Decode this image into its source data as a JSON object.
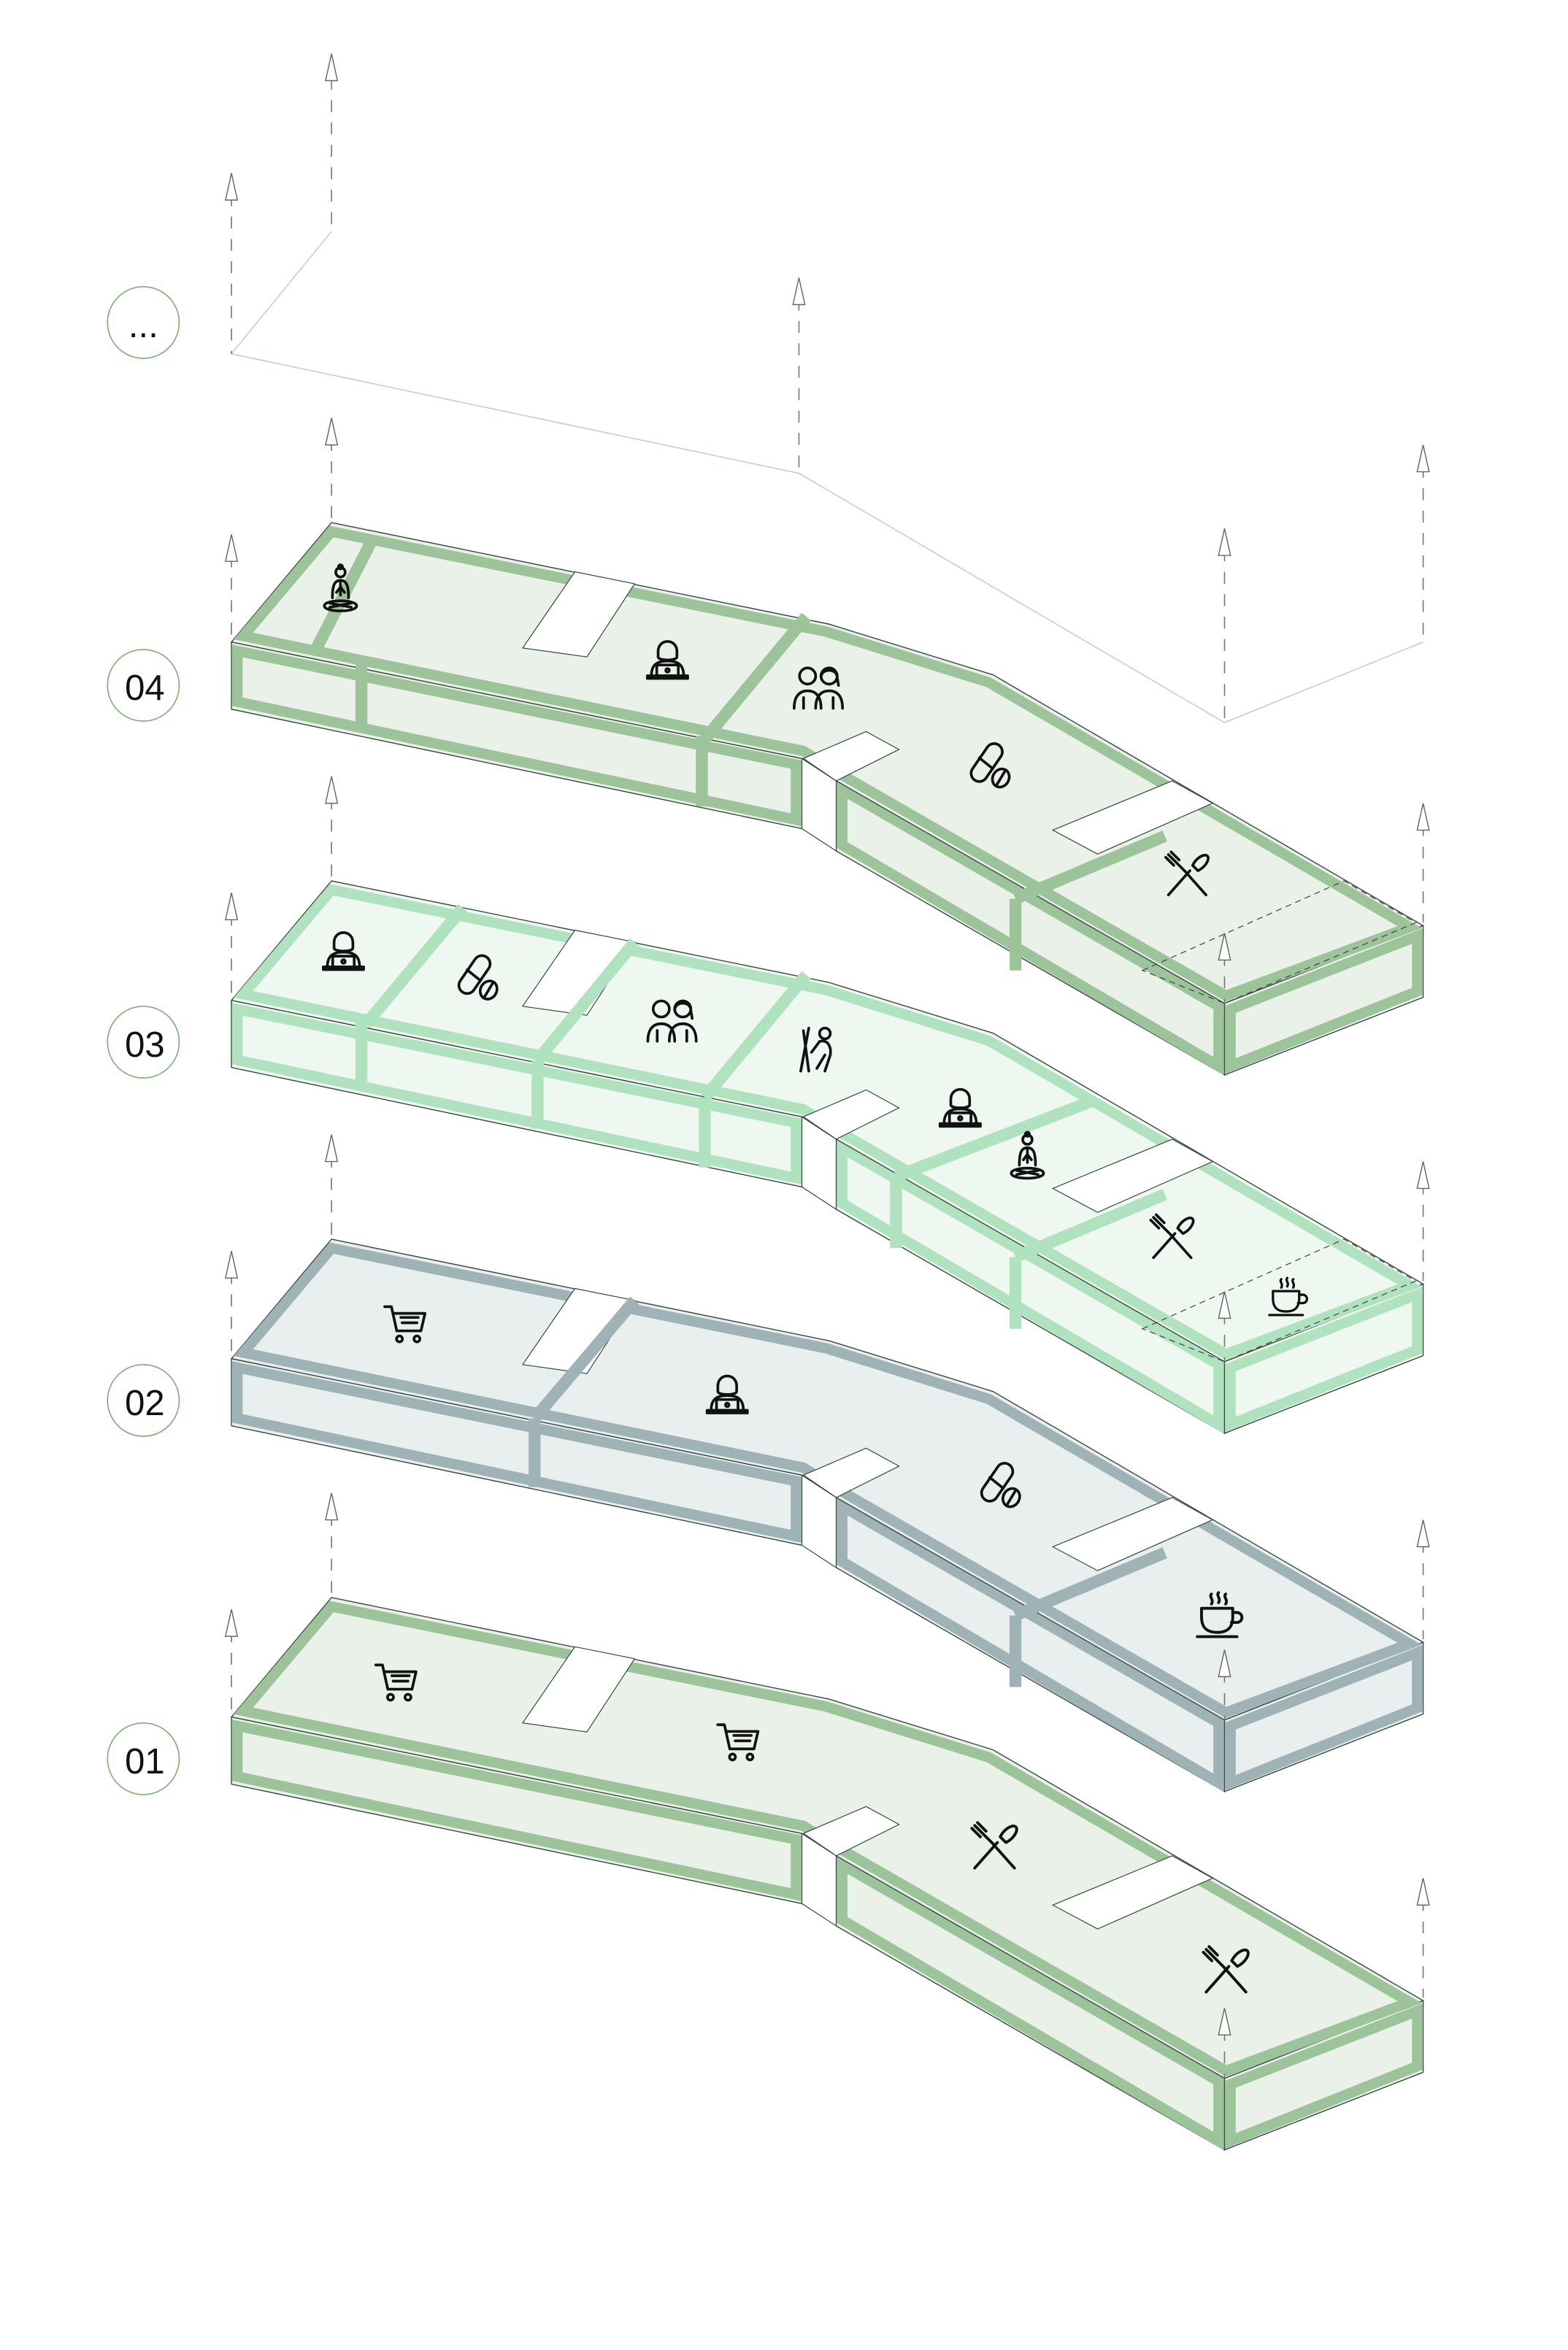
{
  "levels": [
    {
      "label": "...",
      "id": "upper"
    },
    {
      "label": "04",
      "stroke": "#9dc39a",
      "fill": "#e9f1e8",
      "icons": [
        "meditation-icon",
        "person-laptop-icon",
        "couple-icon",
        "pill-icon",
        "fork-spoon-icon"
      ]
    },
    {
      "label": "03",
      "stroke": "#b0e2c0",
      "fill": "#eff8f0",
      "icons": [
        "person-laptop-icon",
        "pill-icon",
        "couple-icon",
        "climbing-icon",
        "person-laptop-icon",
        "meditation-icon",
        "fork-spoon-icon",
        "coffee-icon"
      ]
    },
    {
      "label": "02",
      "stroke": "#9fb3b6",
      "fill": "#e9eeee",
      "icons": [
        "cart-icon",
        "person-laptop-icon",
        "pill-icon",
        "coffee-icon"
      ]
    },
    {
      "label": "01",
      "stroke": "#9dc39a",
      "fill": "#e9f1e8",
      "icons": [
        "cart-icon",
        "cart-icon",
        "fork-spoon-icon",
        "fork-spoon-icon"
      ]
    }
  ]
}
